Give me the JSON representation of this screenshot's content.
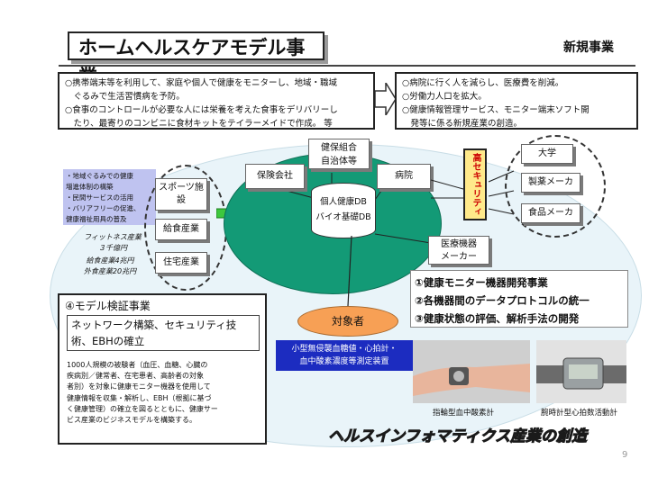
{
  "header": {
    "title": "ホームヘルスケアモデル事業",
    "tag": "新規事業"
  },
  "top_left": [
    "○携帯端末等を利用して、家庭や個人で健康をモニターし、地域・職域",
    "　ぐるみで生活習慣病を予防。",
    "○食事のコントロールが必要な人には栄養を考えた食事をデリバリーし",
    "　たり、最寄りのコンビニに食材キットをテイラーメイドで作成。 等"
  ],
  "top_right": [
    "○病院に行く人を減らし、医療費を削減。",
    "○労働力人口を拡大。",
    "○健康情報管理サービス、モニター端末ソフト開",
    "　発等に係る新規産業の創造。"
  ],
  "left_note": [
    "・地域ぐるみでの健康",
    "増進体制の構築",
    "・民間サービスの活用",
    "・バリアフリーの促進、",
    "健康福祉用具の普及"
  ],
  "industries": {
    "sports": "スポーツ施設",
    "meal": "給食産業",
    "housing": "住宅産業",
    "fitness_note": [
      "フィットネス産業",
      "３千億円"
    ],
    "food_note": [
      "給食産業4兆円",
      "外食産業20兆円"
    ]
  },
  "center": {
    "insurance": "保険会社",
    "health_union": [
      "健保組合",
      "自治体等"
    ],
    "hospital": "病院",
    "db_personal": "個人健康DB",
    "db_bio": "バイオ基礎DB",
    "device_maker": [
      "医療機器",
      "メーカー"
    ]
  },
  "security_label": "高セキュリティ",
  "partners": [
    "大学",
    "製薬メーカ",
    "食品メーカ"
  ],
  "target": "対象者",
  "device_label": [
    "小型無侵襲血糖値・心拍計・",
    "血中酸素濃度等測定装置"
  ],
  "projects": [
    "①健康モニター機器開発事業",
    "②各機器間のデータプロトコルの統一",
    "③健康状態の評価、解析手法の開発"
  ],
  "model": {
    "heading": "④モデル検証事業",
    "subtitle": "ネットワーク構築、セキュリティ技術、EBHの確立",
    "body": [
      "1000人規模の被験者（血圧、血糖、心臓の",
      "疾病別／健常者、在宅患者、高齢者の対象",
      "者別）を対象に健康モニター機器を使用して",
      "健康情報を収集・解析し、EBH（根拠に基づ",
      "く健康管理）の確立を図るとともに、健康サー",
      "ビス産業のビジネスモデルを構築する。"
    ]
  },
  "captions": {
    "ring": "指輪型血中酸素計",
    "watch": "腕時計型心拍数活動計"
  },
  "slogan": "ヘルスインフォマティクス産業の創造",
  "page_number": "9"
}
